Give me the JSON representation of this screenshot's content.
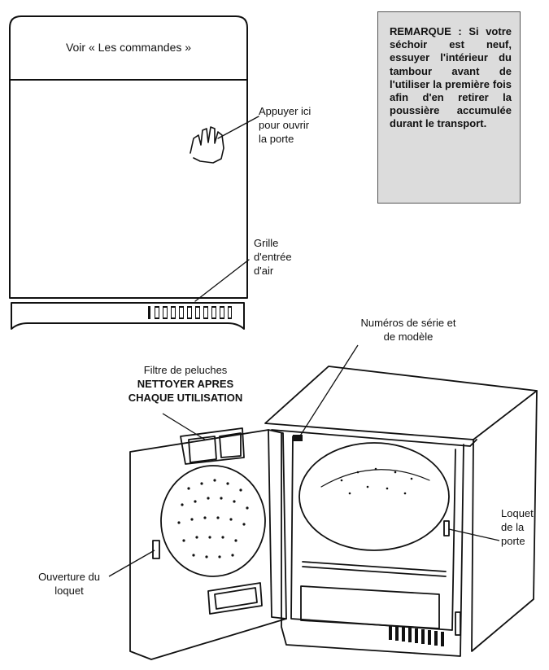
{
  "top_panel": {
    "controls_label": "Voir « Les commandes »"
  },
  "labels": {
    "push_door": [
      "Appuyer ici",
      "pour ouvrir",
      "la porte"
    ],
    "air_grille": [
      "Grille",
      "d'entrée",
      "d'air"
    ],
    "serial": [
      "Numéros de série et",
      "de modèle"
    ],
    "lint_filter": {
      "title": "Filtre de peluches",
      "warning": [
        "NETTOYER APRES",
        "CHAQUE UTILISATION"
      ]
    },
    "door_latch": [
      "Loquet",
      "de la",
      "porte"
    ],
    "latch_opening": [
      "Ouverture du",
      "loquet"
    ]
  },
  "note": {
    "text": "REMARQUE : Si votre séchoir est neuf, essuyer l'intérieur du tambour avant de l'utiliser la première fois afin d'en retirer la poussière accumulée durant le transport."
  }
}
